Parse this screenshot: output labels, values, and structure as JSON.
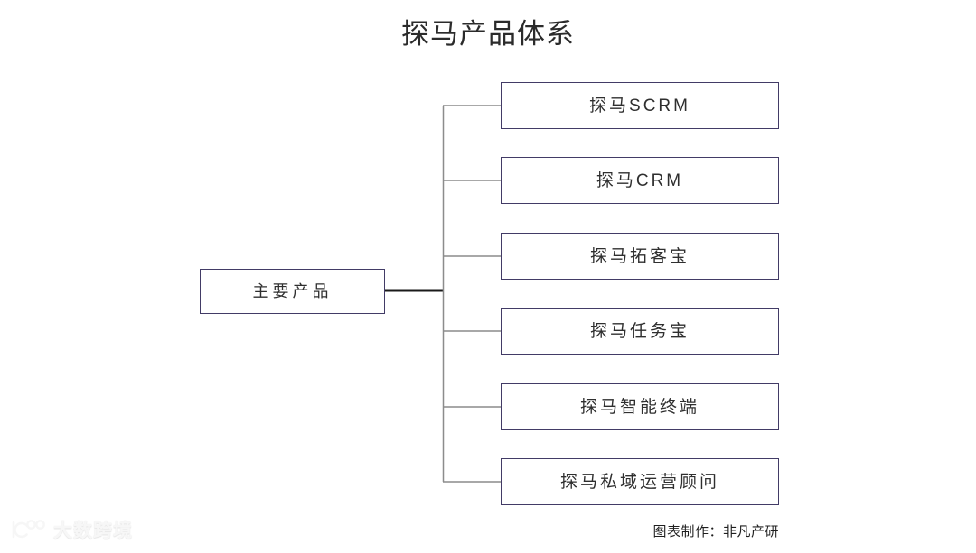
{
  "page": {
    "title": "探马产品体系",
    "caption": "图表制作：非凡产研",
    "background": "#ffffff"
  },
  "colors": {
    "box_border": "#423b66",
    "branch_line": "#8c8c8c",
    "trunk_line": "#1a1a1a",
    "text": "#2f2f2f",
    "title_text": "#2b2b2b"
  },
  "diagram": {
    "type": "tree",
    "orientation": "left-to-right",
    "root": {
      "label": "主要产品",
      "name": "root-node-main-products"
    },
    "children": [
      {
        "label": "探马SCRM",
        "name": "node-tanma-scrm"
      },
      {
        "label": "探马CRM",
        "name": "node-tanma-crm"
      },
      {
        "label": "探马拓客宝",
        "name": "node-tanma-tuokebao"
      },
      {
        "label": "探马任务宝",
        "name": "node-tanma-renwubao"
      },
      {
        "label": "探马智能终端",
        "name": "node-tanma-smart-terminal"
      },
      {
        "label": "探马私域运营顾问",
        "name": "node-tanma-private-domain-advisor"
      }
    ]
  },
  "watermark": {
    "text": "大数跨境",
    "logo": "dashu-kuajing-logo"
  }
}
